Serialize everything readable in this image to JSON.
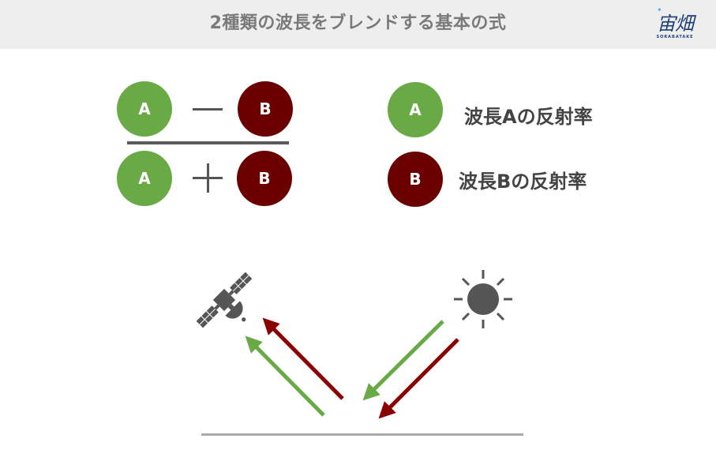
{
  "header": {
    "title": "2種類の波長をブレンドする基本の式",
    "logo_text": "宙畑",
    "logo_subtext": "SORABATAKE"
  },
  "formula": {
    "numerator": {
      "left": "A",
      "right": "B"
    },
    "denominator": {
      "left": "A",
      "right": "B"
    }
  },
  "legend": [
    {
      "symbol": "A",
      "label": "波長Aの反射率"
    },
    {
      "symbol": "B",
      "label": "波長Bの反射率"
    }
  ],
  "colors": {
    "wavelength_a": "#6aaa46",
    "wavelength_b": "#6b0000",
    "icon_gray": "#555555",
    "ground": "#aaaaaa"
  },
  "icons": {
    "satellite": "satellite-icon",
    "sun": "sun-icon"
  }
}
